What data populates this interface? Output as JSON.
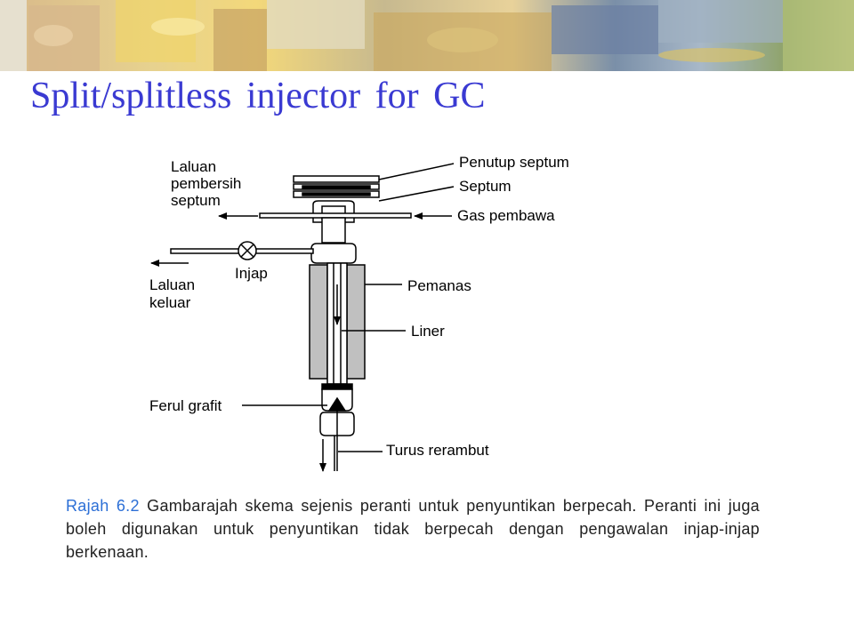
{
  "title": "Split/splitless injector for GC",
  "diagram": {
    "labels": {
      "septum_purge_line1": "Laluan",
      "septum_purge_line2": "pembersih",
      "septum_purge_line3": "septum",
      "outlet_line1": "Laluan",
      "outlet_line2": "keluar",
      "valve": "Injap",
      "septum_cap": "Penutup septum",
      "septum": "Septum",
      "carrier_gas": "Gas pembawa",
      "heater": "Pemanas",
      "liner": "Liner",
      "graphite_ferrule": "Ferul grafit",
      "capillary_column": "Turus rerambut"
    }
  },
  "caption": {
    "label": "Rajah 6.2",
    "text": " Gambarajah skema sejenis peranti untuk penyuntikan berpecah. Peranti ini juga boleh digunakan untuk penyuntikan tidak berpecah dengan pengawalan injap-injap berkenaan."
  },
  "colors": {
    "title": "#3a3ad2",
    "caption_label": "#2c6fd6",
    "heater_fill": "#c0c0c0"
  }
}
